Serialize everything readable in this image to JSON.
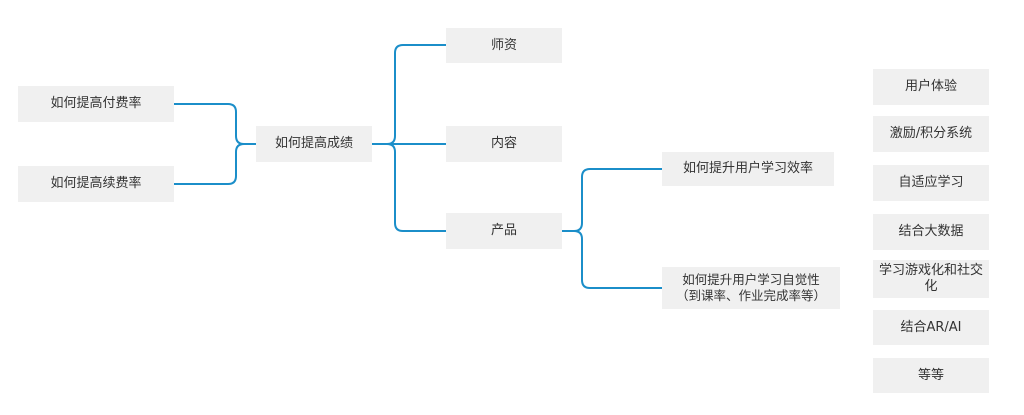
{
  "colors": {
    "connector": "#1b8ec9",
    "node_bg": "#f0f0f0",
    "text": "#333333"
  },
  "left_nodes": [
    "如何提高付费率",
    "如何提高续费率"
  ],
  "root": "如何提高成绩",
  "branches": [
    "师资",
    "内容",
    "产品"
  ],
  "product_children": [
    {
      "line1": "如何提升用户学习效率",
      "line2": ""
    },
    {
      "line1": "如何提升用户学习自觉性",
      "line2": "（到课率、作业完成率等）"
    }
  ],
  "right_list": [
    "用户体验",
    "激励/积分系统",
    "自适应学习",
    "结合大数据",
    "学习游戏化和社交化",
    "结合AR/AI",
    "等等"
  ]
}
